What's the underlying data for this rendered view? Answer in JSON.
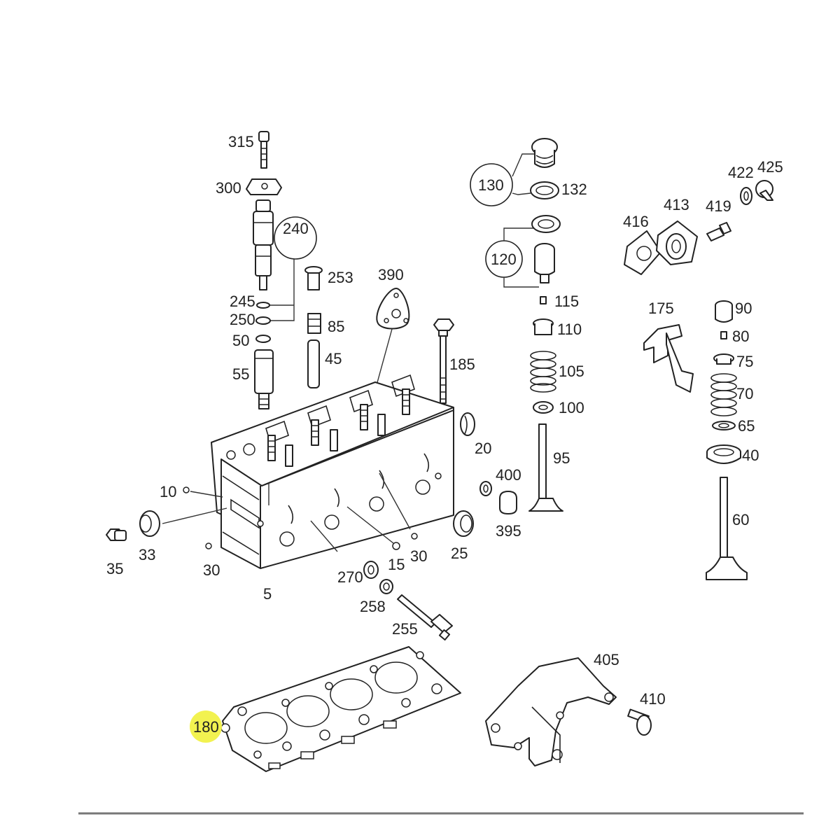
{
  "diagram": {
    "highlight_color": "#f2f250",
    "highlighted_label": "180",
    "labels": {
      "l315": "315",
      "l300": "300",
      "l240": "240",
      "l253": "253",
      "l390": "390",
      "l245": "245",
      "l250": "250",
      "l85": "85",
      "l50": "50",
      "l45": "45",
      "l55": "55",
      "l185": "185",
      "l130": "130",
      "l132": "132",
      "l120": "120",
      "l115": "115",
      "l110": "110",
      "l105": "105",
      "l100": "100",
      "l95": "95",
      "l422": "422",
      "l425": "425",
      "l416": "416",
      "l413": "413",
      "l419": "419",
      "l175": "175",
      "l90": "90",
      "l80": "80",
      "l75": "75",
      "l70": "70",
      "l65": "65",
      "l40": "40",
      "l60": "60",
      "l20": "20",
      "l400": "400",
      "l395": "395",
      "l25": "25",
      "l10": "10",
      "l33": "33",
      "l35": "35",
      "l30a": "30",
      "l30b": "30",
      "l15": "15",
      "l270": "270",
      "l258": "258",
      "l255": "255",
      "l5": "5",
      "l405": "405",
      "l410": "410",
      "l180": "180"
    }
  }
}
